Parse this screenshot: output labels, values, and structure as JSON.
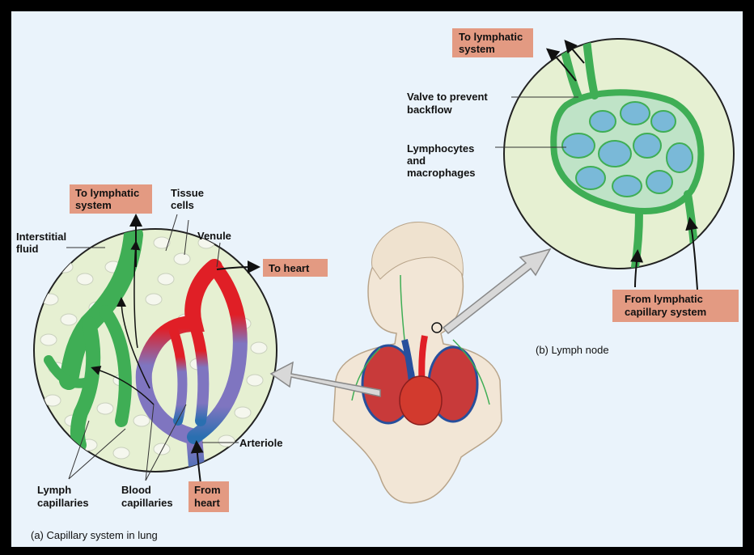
{
  "colors": {
    "background": "#eaf3fb",
    "label_box": "#e39a82",
    "lymph_green": "#3fae55",
    "vein_red": "#e01f26",
    "capillary_purple": "#7f75c0",
    "artery_blue": "#2a6fb0",
    "circle_fill": "#e6f0d2"
  },
  "panel_a": {
    "caption": "(a) Capillary system in lung",
    "to_lymphatic": [
      "To lymphatic",
      "system"
    ],
    "tissue_cells": [
      "Tissue",
      "cells"
    ],
    "interstitial_fluid": [
      "Interstitial",
      "fluid"
    ],
    "venule": "Venule",
    "to_heart": "To heart",
    "arteriole": "Arteriole",
    "lymph_capillaries": [
      "Lymph",
      "capillaries"
    ],
    "blood_capillaries": [
      "Blood",
      "capillaries"
    ],
    "from_heart": [
      "From",
      "heart"
    ]
  },
  "panel_b": {
    "caption": "(b) Lymph node",
    "to_lymphatic": [
      "To lymphatic",
      "system"
    ],
    "valve": [
      "Valve to prevent",
      "backflow"
    ],
    "lymphocytes": [
      "Lymphocytes",
      "and",
      "macrophages"
    ],
    "from_lymphatic": [
      "From lymphatic",
      "capillary system"
    ]
  },
  "icons": [
    "body-figure-icon",
    "heart-lungs-icon",
    "lymph-node-icon",
    "capillary-bed-icon"
  ]
}
